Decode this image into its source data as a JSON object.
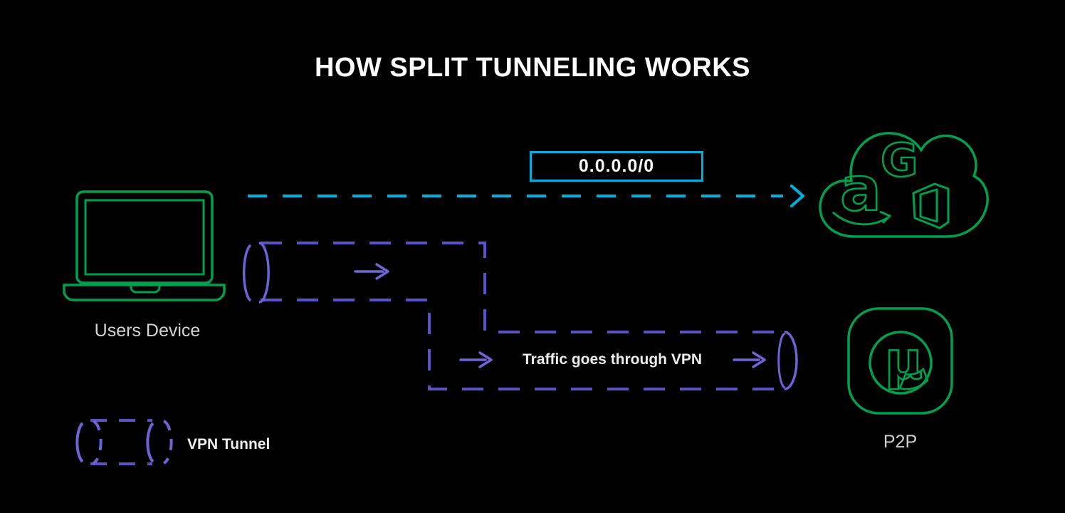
{
  "header": {
    "title": "HOW SPLIT TUNNELING WORKS"
  },
  "nodes": {
    "users_device": {
      "label": "Users Device",
      "icon": "laptop-icon"
    },
    "internet_cloud": {
      "icon": "cloud-icon",
      "logos": [
        {
          "name": "amazon",
          "glyph": "a"
        },
        {
          "name": "google",
          "glyph": "G"
        },
        {
          "name": "office",
          "glyph": ""
        }
      ]
    },
    "p2p": {
      "label": "P2P",
      "icon": "utorrent-icon",
      "glyph": "µ"
    }
  },
  "flows": {
    "direct": {
      "route_label": "0.0.0.0/0",
      "style": "cyan-dashed-arrow",
      "color": "#00B0DC"
    },
    "vpn": {
      "label": "Traffic goes through VPN",
      "style": "purple-dashed-tunnel",
      "color": "#5B52C7"
    }
  },
  "legend": {
    "label": "VPN Tunnel",
    "icon": "vpn-tunnel-icon"
  },
  "colors": {
    "background": "#000000",
    "green": "#00A14E",
    "cyan": "#00B0DC",
    "purple": "#5B52C7",
    "purple_arrow": "#6F66D9",
    "title_text": "#FFFFFF",
    "label_text": "#D5D5D5"
  }
}
